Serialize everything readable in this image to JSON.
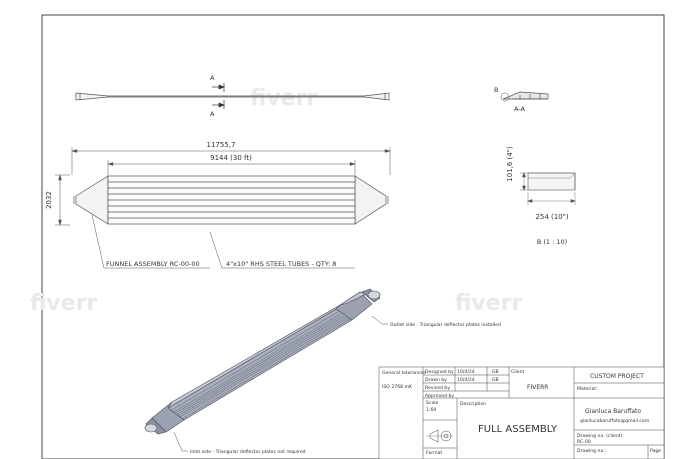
{
  "watermark": "fiverr",
  "view_a": {
    "label_top": "A",
    "label_bottom": "A"
  },
  "section_aa": {
    "label_b": "B",
    "label": "A-A"
  },
  "detail_b": {
    "label": "B (1 : 10)",
    "width_dim": "254 (10\")",
    "height_dim": "101,6 (4\")"
  },
  "main_view": {
    "overall_dim": "11755,7",
    "tube_dim": "9144 (30 ft)",
    "height_dim": "2032",
    "callout_funnel": "FUNNEL ASSEMBLY RC-00-00",
    "callout_tubes": "4\"x10\" RHS STEEL TUBES - QTY: 8"
  },
  "iso_view": {
    "outlet_note": "Outlet side - Triangular deflector plates installed",
    "inlet_note": "Inlet side - Triangular deflector plates not required"
  },
  "title_block": {
    "general_tolerances_label": "General tolerances",
    "general_tolerances_value": "ISO 2768 mK",
    "designed_by_label": "Designed by",
    "designed_by_date": "10/4/24",
    "designed_by_initials": "GB",
    "drawn_by_label": "Drawn by",
    "drawn_by_date": "10/4/24",
    "drawn_by_initials": "GB",
    "revised_by_label": "Revised by",
    "approved_by_label": "Approved by",
    "client_label": "Client",
    "client_value": "FIVERR",
    "project": "CUSTOM PROJECT",
    "material_label": "Material:",
    "scale_label": "Scale",
    "scale_value": "1:60",
    "description_label": "Description",
    "description_value": "FULL ASSEMBLY",
    "designer_name": "Gianluca Baruffato",
    "designer_email": "gianlucabaruffato@gmail.com",
    "drawing_no_client_label": "Drawing no. (client):",
    "drawing_no_client_value": "RC-00",
    "format_label": "Format",
    "drawing_no_label": "Drawing no.:",
    "page_label": "Page"
  }
}
